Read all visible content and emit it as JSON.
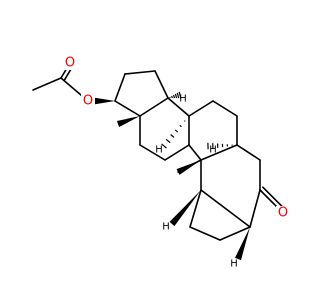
{
  "molecule": {
    "atom_labels": {
      "ester_oxygen": "O",
      "carbonyl_oxygen_acetyl": "O",
      "ketone_oxygen": "O"
    },
    "hydrogen_label": "H",
    "oxygen_color": "#ff0000"
  }
}
